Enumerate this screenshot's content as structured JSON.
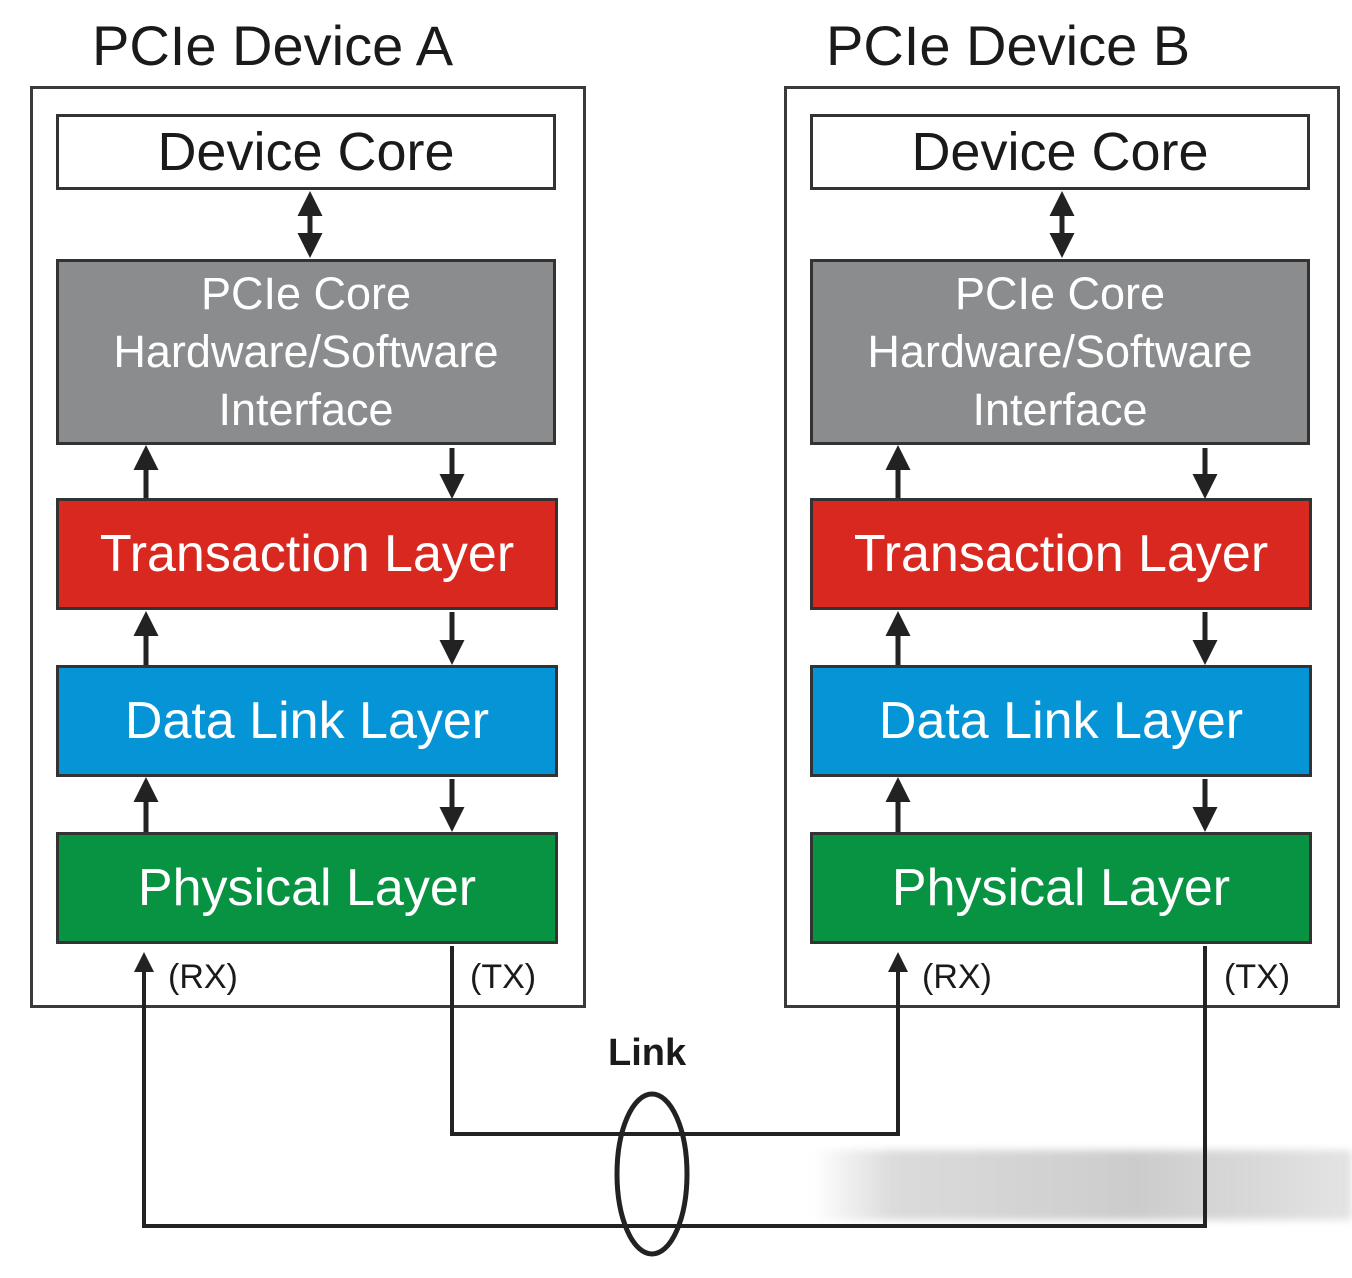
{
  "devices": [
    {
      "title": "PCIe Device A",
      "core": "Device Core",
      "sw_lines": [
        "PCIe Core",
        "Hardware/Software",
        "Interface"
      ],
      "transaction": "Transaction Layer",
      "datalink": "Data Link Layer",
      "physical": "Physical Layer",
      "rx": "(RX)",
      "tx": "(TX)"
    },
    {
      "title": "PCIe Device B",
      "core": "Device Core",
      "sw_lines": [
        "PCIe Core",
        "Hardware/Software",
        "Interface"
      ],
      "transaction": "Transaction Layer",
      "datalink": "Data Link Layer",
      "physical": "Physical Layer",
      "rx": "(RX)",
      "tx": "(TX)"
    }
  ],
  "link_label": "Link",
  "colors": {
    "software_interface": "#8b8c8e",
    "transaction_layer": "#d8281f",
    "data_link_layer": "#0594d6",
    "physical_layer": "#079342"
  }
}
